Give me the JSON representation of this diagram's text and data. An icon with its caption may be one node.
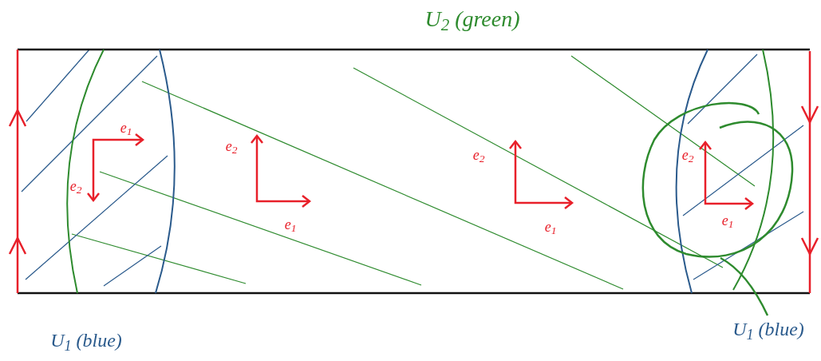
{
  "diagram": {
    "labels": [
      "U$_{2}$ (green)",
      "e$_{1}$",
      "e$_{2}$",
      "e$_{2}$",
      "e$_{2}$",
      "e$_{2}$",
      "e$_{1}$",
      "e$_{1}$",
      "e$_{1}$",
      "U$_{1}$ (blue)",
      "U$_{1}$ (blue)"
    ]
  }
}
